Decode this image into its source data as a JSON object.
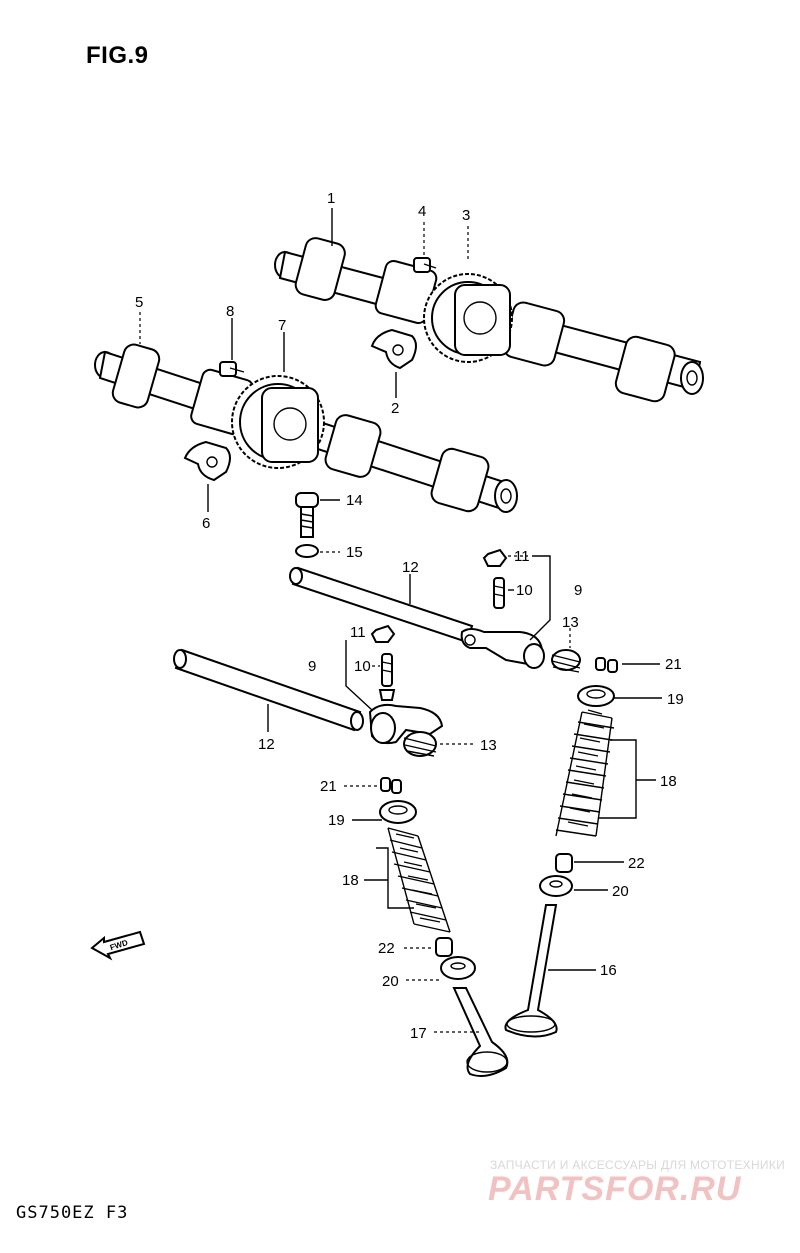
{
  "figure": {
    "title": "FIG.9",
    "model_code": "GS750EZ  F3",
    "fwd_arrow_label": "FWD"
  },
  "watermark": {
    "tagline": "ЗАПЧАСТИ И АКСЕССУАРЫ ДЛЯ МОТОТЕХНИКИ",
    "logo": "PARTSFOR.RU"
  },
  "callouts": {
    "c1": "1",
    "c2": "2",
    "c3": "3",
    "c4": "4",
    "c5": "5",
    "c6": "6",
    "c7": "7",
    "c8": "8",
    "c9a": "9",
    "c9b": "9",
    "c10a": "10",
    "c10b": "10",
    "c11a": "11",
    "c11b": "11",
    "c12a": "12",
    "c12b": "12",
    "c13a": "13",
    "c13b": "13",
    "c14": "14",
    "c15": "15",
    "c16": "16",
    "c17": "17",
    "c18a": "18",
    "c18b": "18",
    "c19a": "19",
    "c19b": "19",
    "c20a": "20",
    "c20b": "20",
    "c21a": "21",
    "c21b": "21",
    "c22a": "22",
    "c22b": "22"
  }
}
